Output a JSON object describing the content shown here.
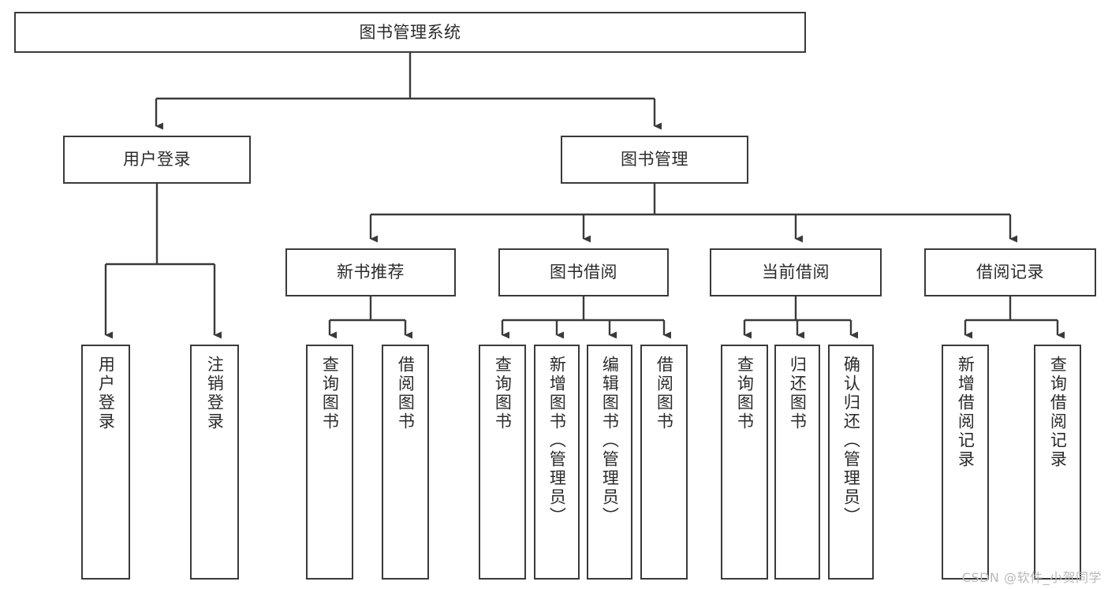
{
  "diagram": {
    "title": "图书管理系统",
    "type": "tree-hierarchy-chart",
    "line_color": "#3a3a3a",
    "text_color": "#2b2b2b",
    "background_color": "#ffffff",
    "root": {
      "label": "图书管理系统"
    },
    "level2": [
      {
        "label": "用户登录"
      },
      {
        "label": "图书管理"
      }
    ],
    "level3": [
      {
        "label": "新书推荐"
      },
      {
        "label": "图书借阅"
      },
      {
        "label": "当前借阅"
      },
      {
        "label": "借阅记录"
      }
    ],
    "leaves": {
      "user_login": [
        {
          "label": "用户登录"
        },
        {
          "label": "注销登录"
        }
      ],
      "new_book_recommend": [
        {
          "label": "查询图书"
        },
        {
          "label": "借阅图书"
        }
      ],
      "book_borrow": [
        {
          "label": "查询图书"
        },
        {
          "label": "新增图书（管理员）"
        },
        {
          "label": "编辑图书（管理员）"
        },
        {
          "label": "借阅图书"
        }
      ],
      "current_borrow": [
        {
          "label": "查询图书"
        },
        {
          "label": "归还图书"
        },
        {
          "label": "确认归还（管理员）"
        }
      ],
      "borrow_record": [
        {
          "label": "新增借阅记录"
        },
        {
          "label": "查询借阅记录"
        }
      ]
    },
    "watermark": "CSDN @软件_小贺同学"
  }
}
